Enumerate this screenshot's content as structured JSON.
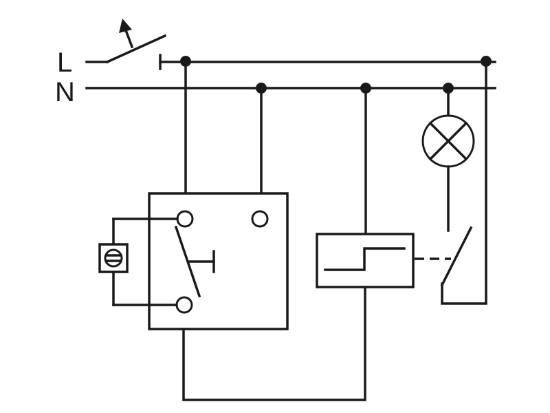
{
  "labels": {
    "line": "L",
    "neutral": "N"
  },
  "colors": {
    "ink": "#1a1a1a",
    "background": "#ffffff"
  },
  "components": [
    {
      "name": "main-switch",
      "icon": "switch-with-actuator-arrow-icon"
    },
    {
      "name": "push-button",
      "icon": "illuminated-push-button-icon"
    },
    {
      "name": "switch-relay-box",
      "icon": "relay-contact-icon"
    },
    {
      "name": "timer-relay",
      "icon": "step-function-icon"
    },
    {
      "name": "lamp",
      "icon": "lamp-cross-icon"
    },
    {
      "name": "load-contact",
      "icon": "normally-open-contact-icon"
    }
  ]
}
